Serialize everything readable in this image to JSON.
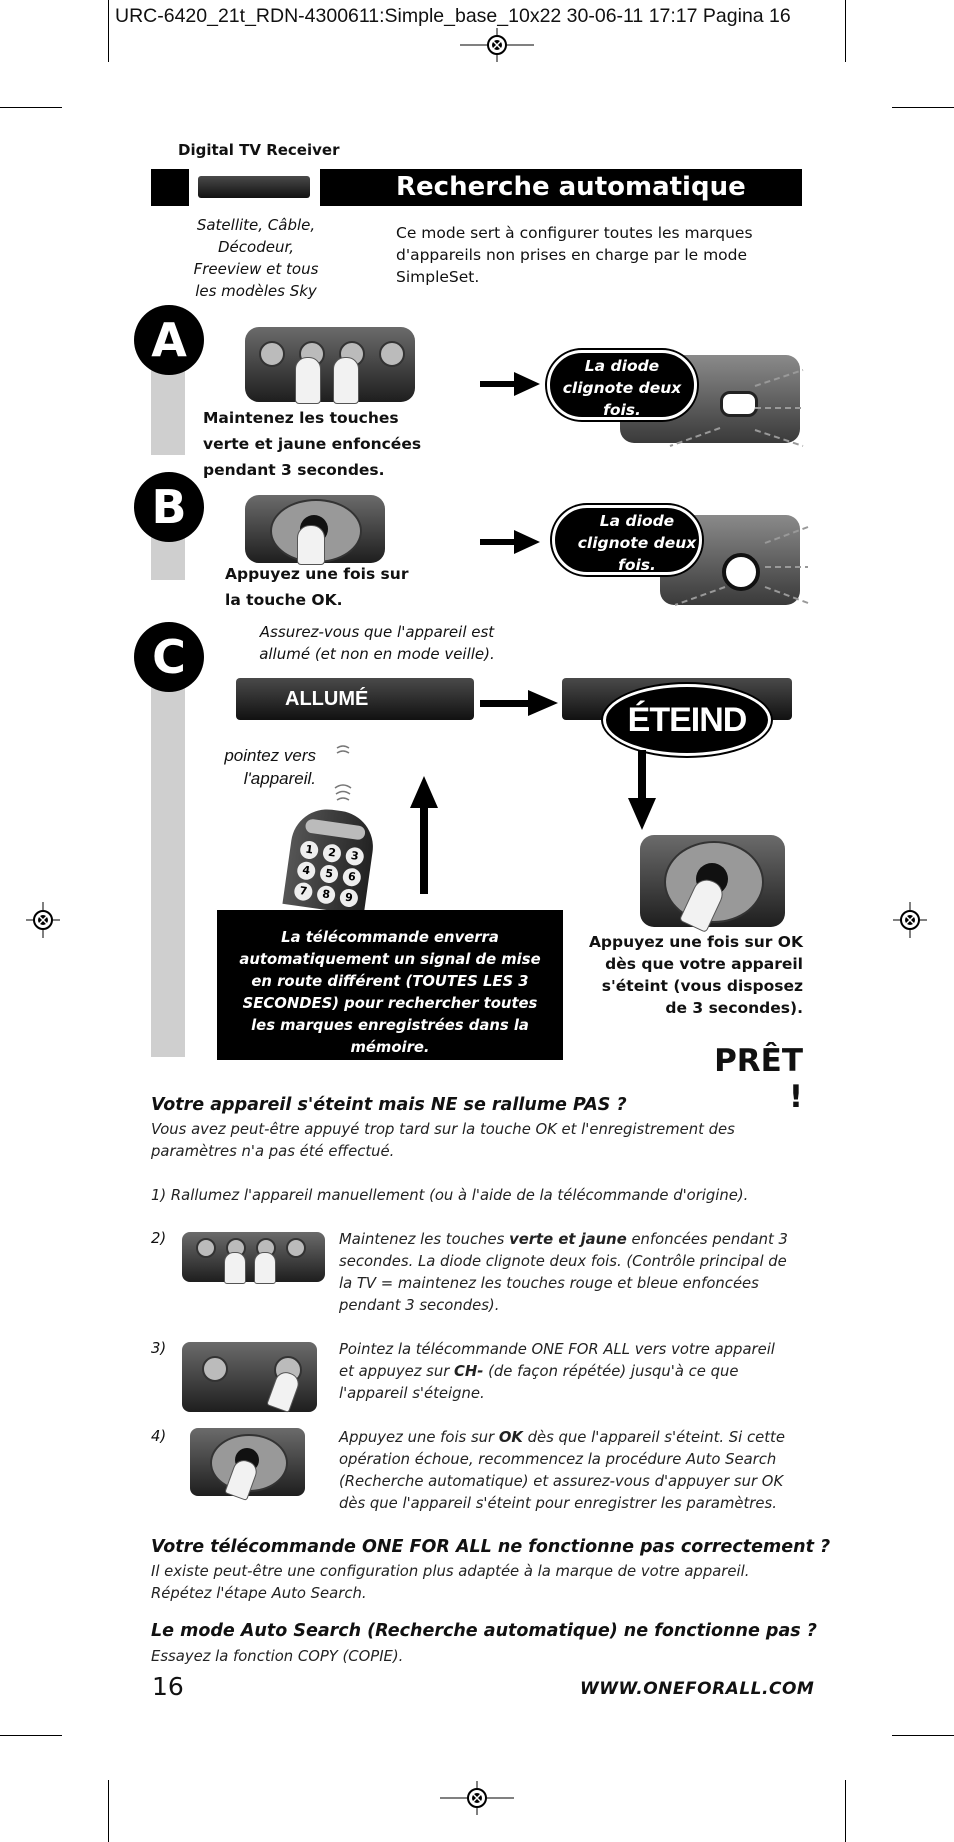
{
  "header": {
    "text": "URC-6420_21t_RDN-4300611:Simple_base_10x22  30-06-11  17:17  Pagina 16"
  },
  "page": {
    "product_label": "Digital TV Receiver",
    "title": "Recherche automatique",
    "device_caption": "Satellite, Câble, Décodeur, Freeview et tous les modèles Sky",
    "intro": "Ce mode sert à configurer toutes les marques d'appareils non prises en charge par le mode SimpleSet."
  },
  "steps": {
    "a": {
      "letter": "A",
      "instruction": "Maintenez les touches verte et jaune enfoncées pendant 3 secondes.",
      "led_note": "La diode clignote deux fois."
    },
    "b": {
      "letter": "B",
      "instruction": "Appuyez une fois sur la touche OK.",
      "led_note": "La diode clignote deux fois."
    },
    "c": {
      "letter": "C",
      "note": "Assurez-vous que l'appareil est allumé (et non en mode veille).",
      "device_on": "ALLUMÉ",
      "device_off": "ÉTEIND",
      "point_at": "pointez vers l'appareil.",
      "keypad": [
        "1",
        "2",
        "3",
        "4",
        "5",
        "6",
        "7",
        "8",
        "9"
      ],
      "box_text": "La télécommande enverra automatiquement un signal de mise en route différent (TOUTES LES 3 SECONDES) pour rechercher toutes les marques enregistrées dans la mémoire.",
      "ok_instruction": "Appuyez une fois sur OK dès que votre appareil s'éteint (vous disposez de 3 secondes).",
      "ready": "PRÊT !"
    }
  },
  "faq": {
    "q1": "Votre appareil s'éteint mais NE se rallume PAS ?",
    "a1": "Vous avez peut-être appuyé trop tard sur la touche OK et l'enregistrement des paramètres n'a pas été effectué.",
    "item1": "1) Rallumez l'appareil manuellement (ou à l'aide de la télécommande d'origine).",
    "item2_num": "2)",
    "item2_pre": "Maintenez les touches ",
    "item2_bold": "verte et jaune",
    "item2_post": " enfoncées pendant 3 secondes. La diode clignote deux fois. (Contrôle principal de la TV = maintenez les touches rouge et bleue enfoncées pendant 3 secondes).",
    "item3_num": "3)",
    "item3_pre": "Pointez la télécommande ONE FOR ALL vers votre appareil et appuyez sur ",
    "item3_bold": "CH-",
    "item3_post": " (de façon répétée) jusqu'à ce que l'appareil s'éteigne.",
    "item4_num": "4)",
    "item4_pre": "Appuyez une fois sur ",
    "item4_bold": "OK",
    "item4_post": " dès que l'appareil s'éteint. Si cette opération échoue, recommencez la procédure Auto Search (Recherche automatique) et assurez-vous d'appuyer sur OK dès que l'appareil s'éteint pour enregistrer les paramètres.",
    "q2": "Votre télécommande ONE FOR ALL ne fonctionne pas correctement ?",
    "a2": "Il existe peut-être une configuration plus adaptée à la marque de votre appareil. Répétez l'étape Auto Search.",
    "q3": "Le mode Auto Search (Recherche automatique) ne fonctionne pas ?",
    "a3": "Essayez la fonction COPY (COPIE)."
  },
  "footer": {
    "page_number": "16",
    "website": "WWW.ONEFORALL.COM"
  }
}
